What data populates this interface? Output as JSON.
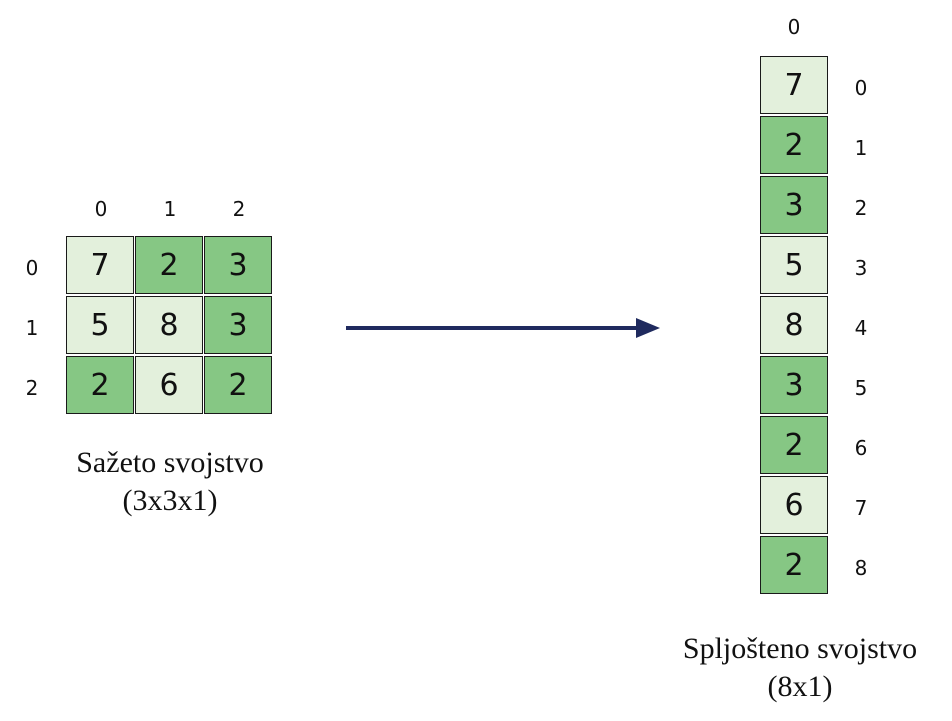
{
  "matrix": {
    "col_indices": [
      "0",
      "1",
      "2"
    ],
    "row_indices": [
      "0",
      "1",
      "2"
    ],
    "cells": [
      [
        {
          "value": "7",
          "shade": "light"
        },
        {
          "value": "2",
          "shade": "dark"
        },
        {
          "value": "3",
          "shade": "dark"
        }
      ],
      [
        {
          "value": "5",
          "shade": "light"
        },
        {
          "value": "8",
          "shade": "light"
        },
        {
          "value": "3",
          "shade": "dark"
        }
      ],
      [
        {
          "value": "2",
          "shade": "dark"
        },
        {
          "value": "6",
          "shade": "light"
        },
        {
          "value": "2",
          "shade": "dark"
        }
      ]
    ],
    "caption_line1": "Sažeto svojstvo",
    "caption_line2": "(3x3x1)"
  },
  "vector": {
    "col_index": "0",
    "row_indices": [
      "0",
      "1",
      "2",
      "3",
      "4",
      "5",
      "6",
      "7",
      "8"
    ],
    "cells": [
      {
        "value": "7",
        "shade": "light"
      },
      {
        "value": "2",
        "shade": "dark"
      },
      {
        "value": "3",
        "shade": "dark"
      },
      {
        "value": "5",
        "shade": "light"
      },
      {
        "value": "8",
        "shade": "light"
      },
      {
        "value": "3",
        "shade": "dark"
      },
      {
        "value": "2",
        "shade": "dark"
      },
      {
        "value": "6",
        "shade": "light"
      },
      {
        "value": "2",
        "shade": "dark"
      }
    ],
    "caption_line1": "Spljošteno svojstvo",
    "caption_line2": "(8x1)"
  },
  "arrow": {
    "color": "#1f2a5e",
    "icon": "arrow-right-icon"
  },
  "colors": {
    "light_cell": "#e3f0dc",
    "dark_cell": "#86c784",
    "border": "#1a1a1a"
  }
}
